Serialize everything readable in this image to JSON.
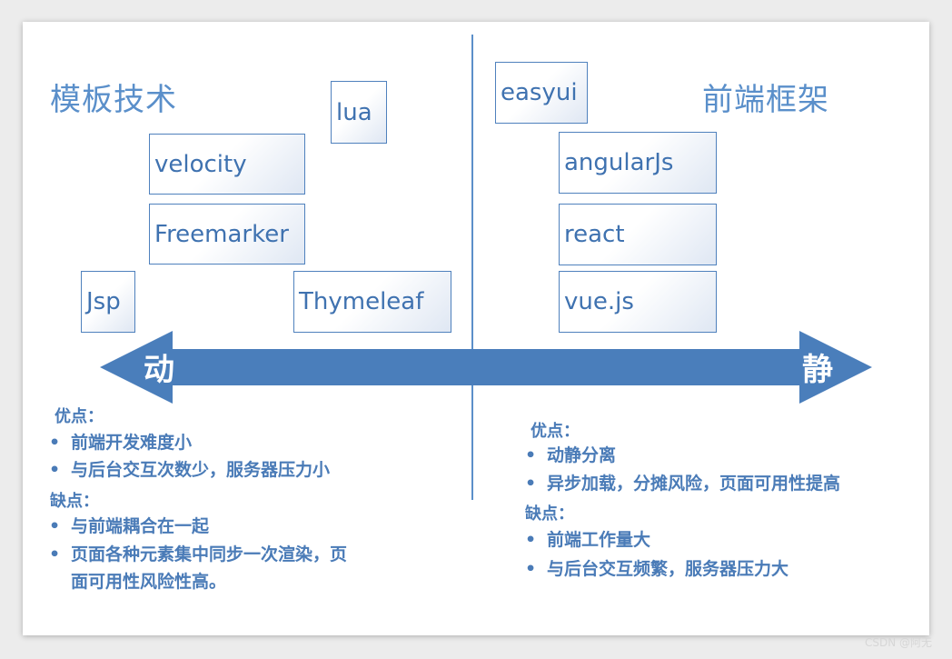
{
  "left": {
    "heading": "模板技术",
    "boxes": {
      "lua": "lua",
      "velocity": "velocity",
      "freemarker": "Freemarker",
      "jsp": "Jsp",
      "thymeleaf": "Thymeleaf"
    },
    "pros_label": "优点：",
    "pros": [
      "前端开发难度小",
      "与后台交互次数少，服务器压力小"
    ],
    "cons_label": "缺点：",
    "cons": [
      "与前端耦合在一起",
      "页面各种元素集中同步一次渲染，页",
      "面可用性风险性高。"
    ]
  },
  "right": {
    "heading": "前端框架",
    "boxes": {
      "easyui": "easyui",
      "angular": "angularJs",
      "react": "react",
      "vue": "vue.js"
    },
    "pros_label": "优点：",
    "pros": [
      "动静分离",
      "异步加载，分摊风险，页面可用性提高"
    ],
    "cons_label": "缺点：",
    "cons": [
      "前端工作量大",
      "与后台交互频繁，服务器压力大"
    ]
  },
  "arrow": {
    "left_label": "动",
    "right_label": "静",
    "color": "#4a7ebb"
  },
  "watermark": "CSDN @阿无"
}
